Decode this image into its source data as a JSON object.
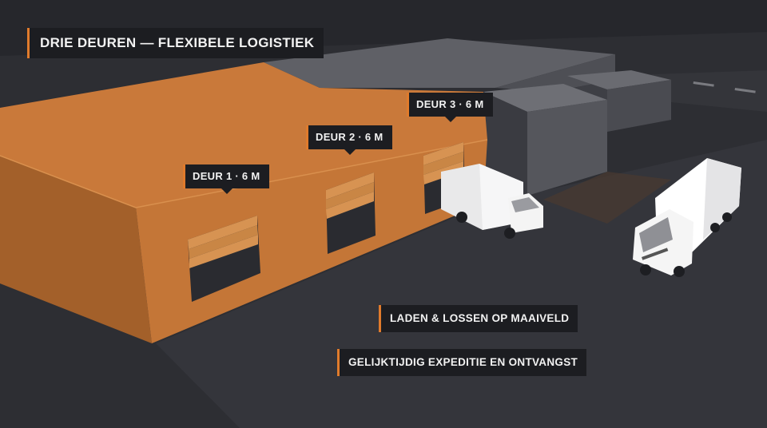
{
  "title": "DRIE DEUREN — FLEXIBELE LOGISTIEK",
  "doors": [
    {
      "label": "DEUR 1 · 6 M"
    },
    {
      "label": "DEUR 2 · 6 M"
    },
    {
      "label": "DEUR 3 · 6 M"
    }
  ],
  "features": [
    "LADEN & LOSSEN OP MAAIVELD",
    "GELIJKTIJDIG EXPEDITIE EN ONTVANGST"
  ],
  "colors": {
    "accent": "#e07b2c",
    "building_orange": "#c97a35",
    "label_bg": "#1c1d21",
    "ground": "#2c2d32"
  }
}
